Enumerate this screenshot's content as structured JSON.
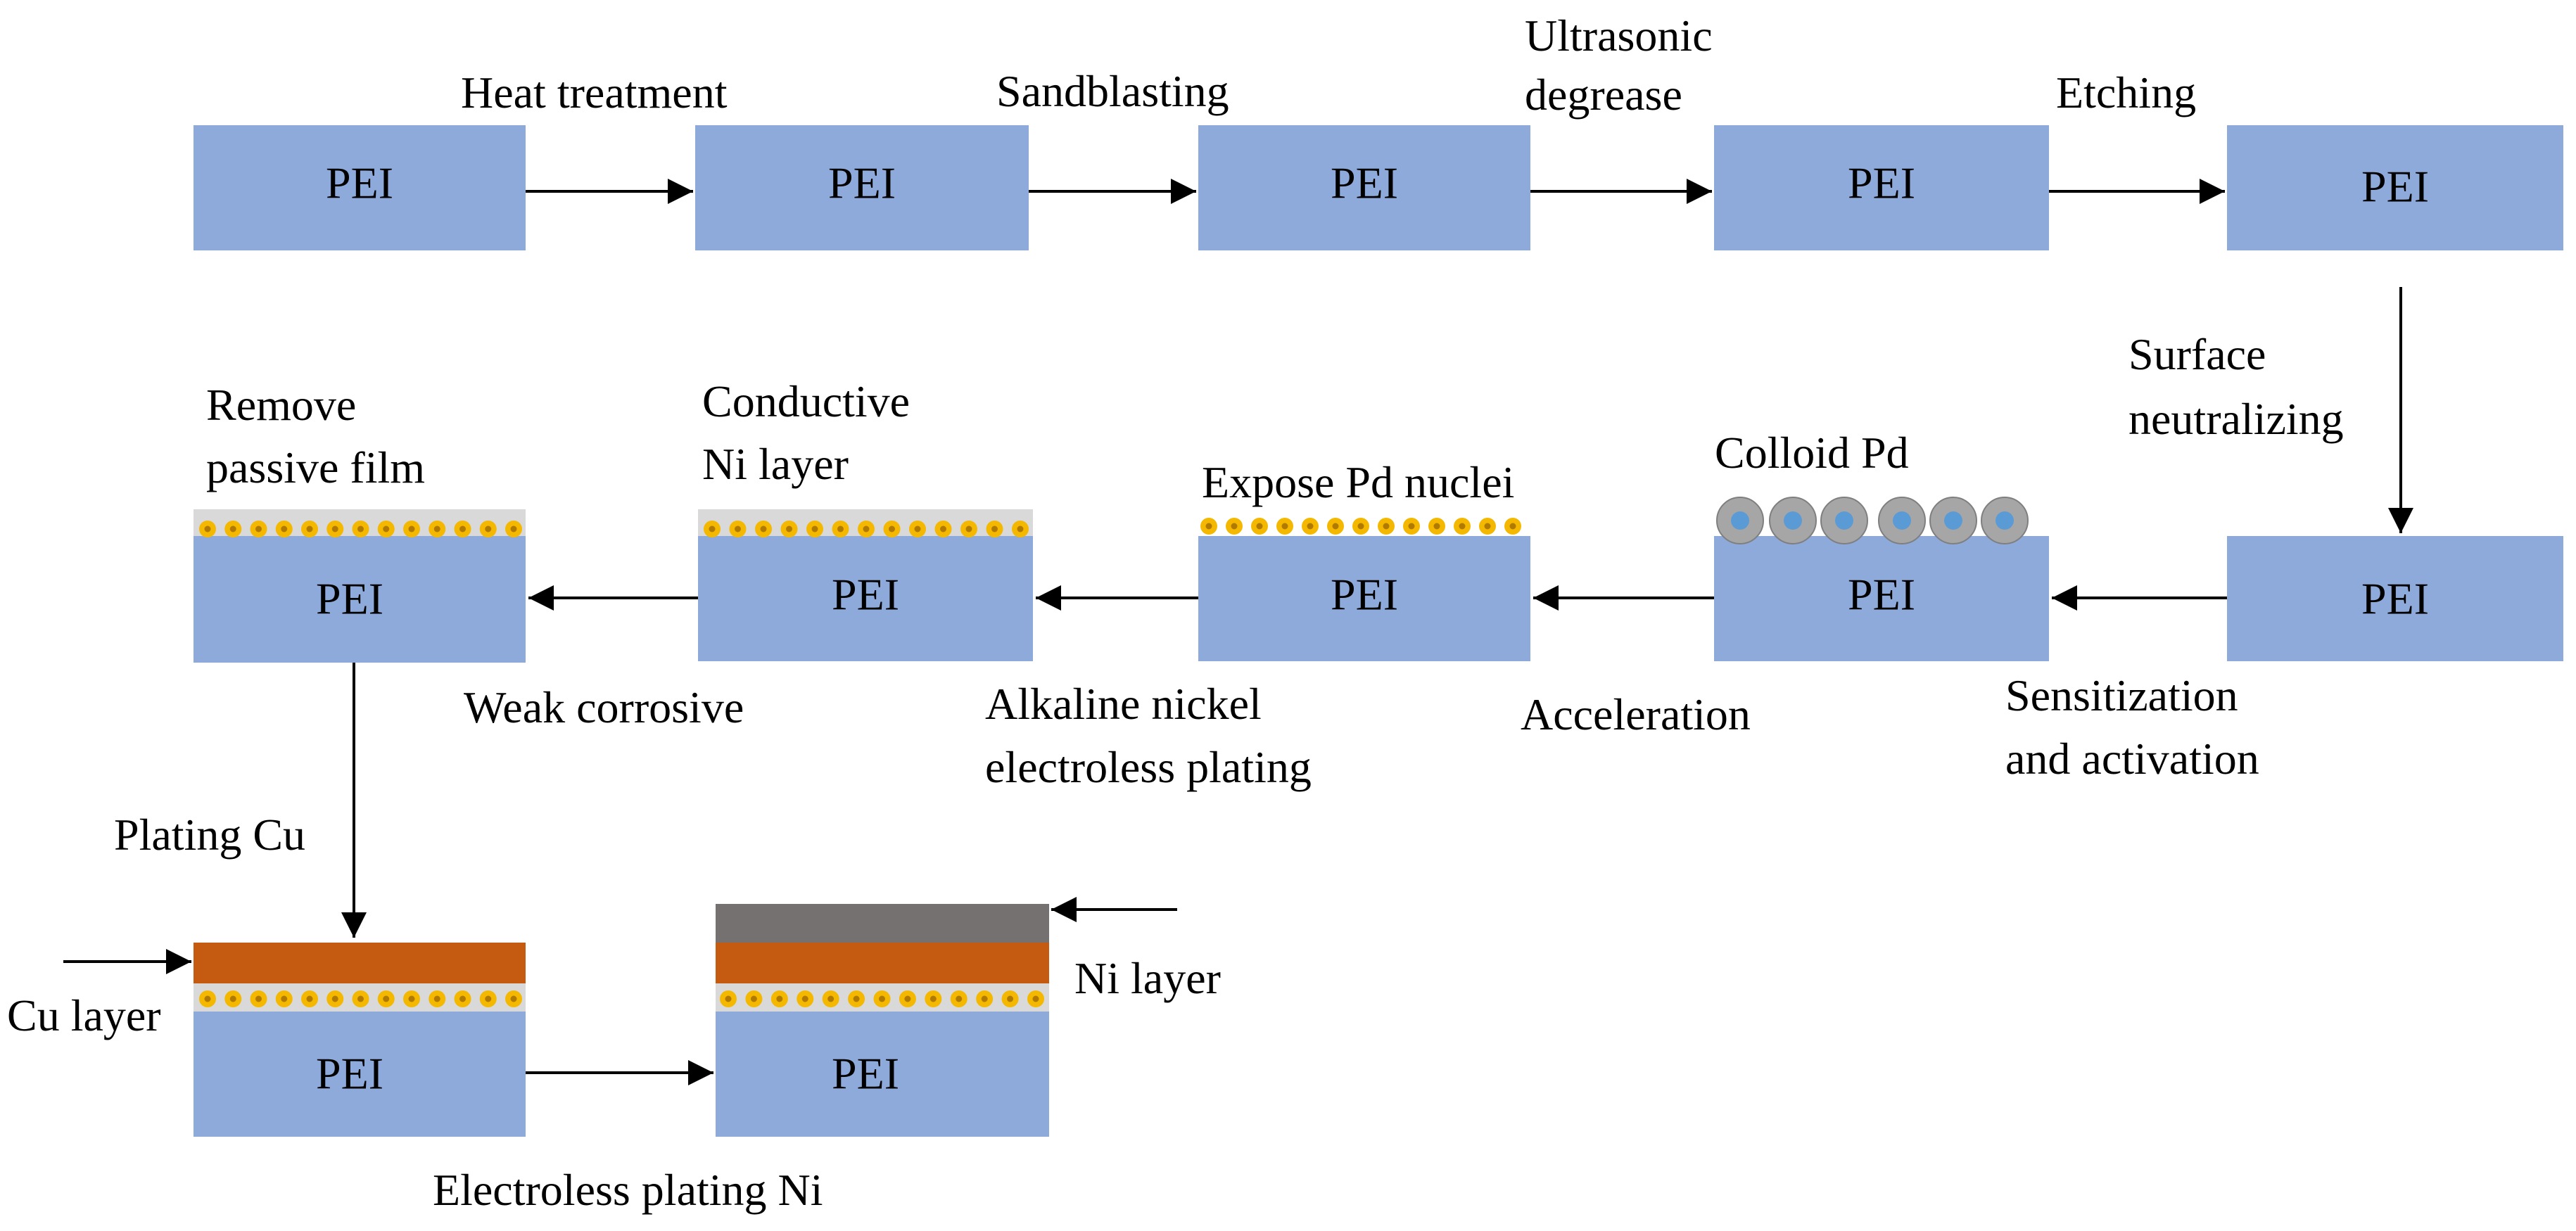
{
  "colors": {
    "substrate": "#8eaadb",
    "passive_film": "#d9d9d9",
    "pd_particle": "#f5b800",
    "pd_particle_core": "#b07a00",
    "cu_layer": "#c55a11",
    "ni_layer": "#767171",
    "colloid_sphere": "#a6a6a6",
    "colloid_core": "#5b9bd5",
    "arrow": "#000000"
  },
  "block_label": "PEI",
  "steps": {
    "heat_treatment": "Heat treatment",
    "sandblasting": "Sandblasting",
    "ultrasonic_degrease_1": "Ultrasonic",
    "ultrasonic_degrease_2": "degrease",
    "etching": "Etching",
    "surface_neutralizing_1": "Surface",
    "surface_neutralizing_2": "neutralizing",
    "sensitization_1": "Sensitization",
    "sensitization_2": "and activation",
    "acceleration": "Acceleration",
    "alkaline_1": "Alkaline nickel",
    "alkaline_2": "electroless plating",
    "weak_corrosive": "Weak corrosive",
    "plating_cu": "Plating Cu",
    "electroless_ni": "Electroless plating Ni"
  },
  "annotations": {
    "colloid_pd": "Colloid Pd",
    "expose_pd": "Expose Pd nuclei",
    "conductive_1": "Conductive",
    "conductive_2": "Ni layer",
    "remove_1": "Remove",
    "remove_2": "passive film",
    "cu_layer": "Cu layer",
    "ni_layer": "Ni layer"
  }
}
